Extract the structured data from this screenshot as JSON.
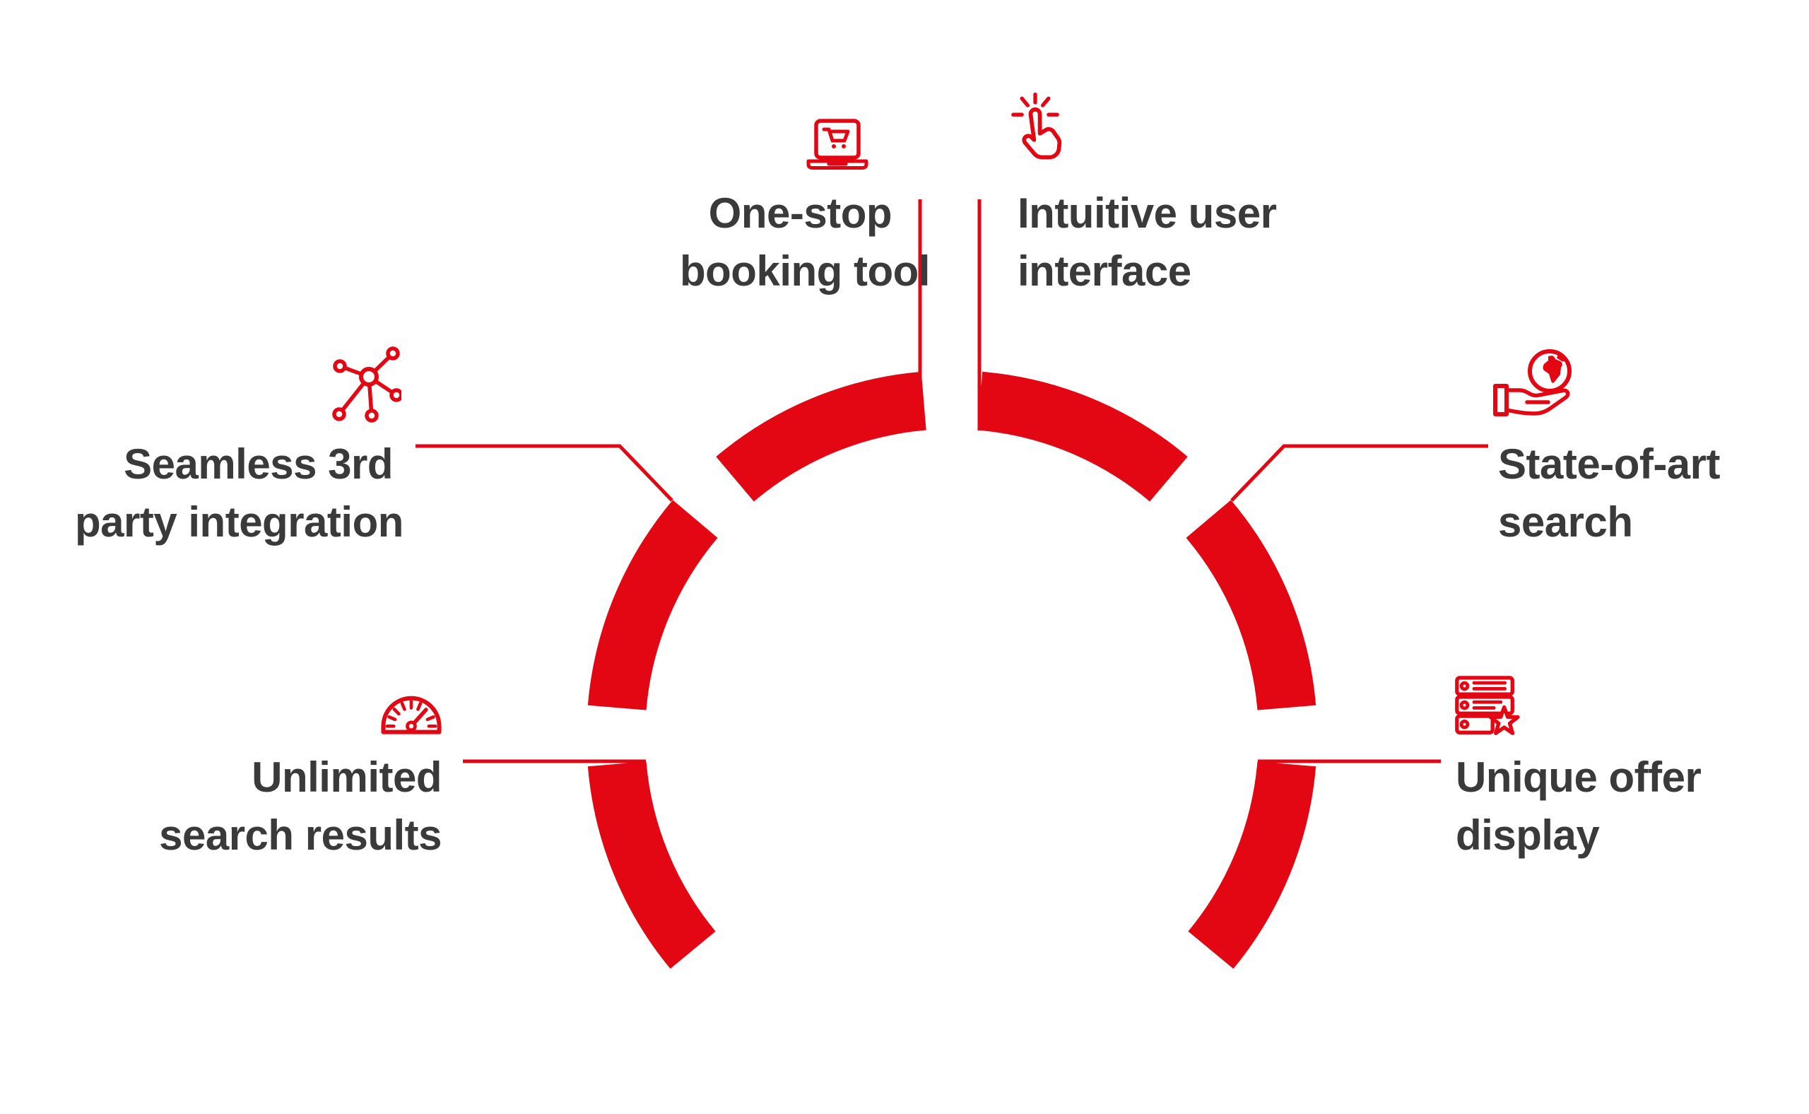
{
  "diagram": {
    "type": "feature-ring-infographic",
    "accent_color": "#e30613",
    "text_color": "#3a3a3a",
    "background_color": "#ffffff",
    "features": [
      {
        "id": "one-stop-booking-tool",
        "icon": "laptop-cart-icon",
        "label_lines": [
          "One-stop",
          "booking tool"
        ],
        "position": "top-left"
      },
      {
        "id": "intuitive-user-interface",
        "icon": "hand-click-icon",
        "label_lines": [
          "Intuitive user",
          "interface"
        ],
        "position": "top-right"
      },
      {
        "id": "seamless-3rd-party-integration",
        "icon": "network-icon",
        "label_lines": [
          "Seamless 3rd",
          "party integration"
        ],
        "position": "middle-left"
      },
      {
        "id": "state-of-art-search",
        "icon": "globe-hand-icon",
        "label_lines": [
          "State-of-art",
          "search"
        ],
        "position": "middle-right"
      },
      {
        "id": "unlimited-search-results",
        "icon": "speedometer-icon",
        "label_lines": [
          "Unlimited",
          "search results"
        ],
        "position": "bottom-left"
      },
      {
        "id": "unique-offer-display",
        "icon": "server-star-icon",
        "label_lines": [
          "Unique offer",
          "display"
        ],
        "position": "bottom-right"
      }
    ]
  }
}
